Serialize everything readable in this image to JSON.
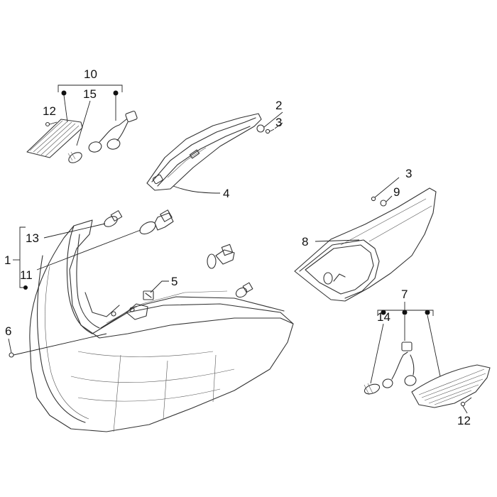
{
  "diagram": {
    "callouts": {
      "c1": "1",
      "c2": "2",
      "c3a": "3",
      "c3b": "3",
      "c4": "4",
      "c5": "5",
      "c6": "6",
      "c7": "7",
      "c8": "8",
      "c9": "9",
      "c10": "10",
      "c11": "11",
      "c12a": "12",
      "c12b": "12",
      "c13": "13",
      "c14": "14",
      "c15": "15"
    },
    "colors": {
      "stroke": "#333333",
      "text": "#111111",
      "background": "#ffffff"
    }
  }
}
